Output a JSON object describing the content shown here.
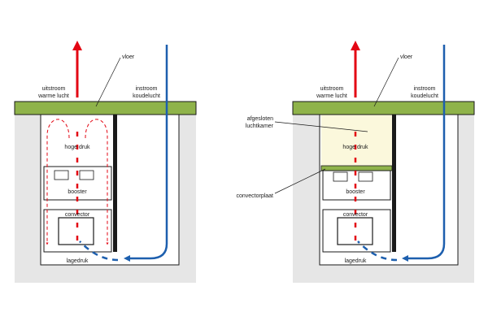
{
  "colors": {
    "floor": "#8fb34a",
    "ground": "#e6e6e6",
    "warm_air": "#e30613",
    "cold_air": "#1d5fae",
    "wall": "#1a1a1a",
    "chamber": "#fbf8dc"
  },
  "left_diagram": {
    "label_vloer": "vloer",
    "label_outflow_line1": "uitstroom",
    "label_outflow_line2": "warme lucht",
    "label_inflow_line1": "instroom",
    "label_inflow_line2": "koudelucht",
    "label_high_pressure": "hoge druk",
    "label_booster": "booster",
    "label_convector": "convector",
    "label_low_pressure": "lagedruk"
  },
  "right_diagram": {
    "label_vloer": "vloer",
    "label_outflow_line1": "uitstroom",
    "label_outflow_line2": "warme lucht",
    "label_inflow_line1": "instroom",
    "label_inflow_line2": "koudelucht",
    "label_chamber_line1": "afgesloten",
    "label_chamber_line2": "luchtkamer",
    "label_plate": "convectorplaat",
    "label_high_pressure": "hoge druk",
    "label_booster": "booster",
    "label_convector": "convector",
    "label_low_pressure": "lagedruk"
  }
}
